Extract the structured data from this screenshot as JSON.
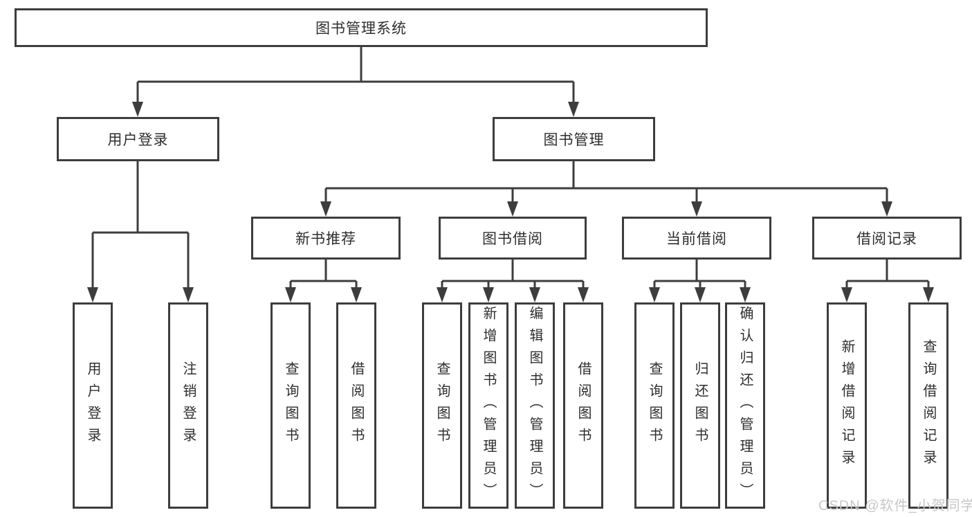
{
  "tree": {
    "root": {
      "label": "图书管理系统"
    },
    "branches": [
      {
        "label": "用户登录",
        "children": [
          {
            "label": "用户登录"
          },
          {
            "label": "注销登录"
          }
        ]
      },
      {
        "label": "图书管理",
        "children": [
          {
            "label": "新书推荐",
            "children": [
              {
                "label": "查询图书"
              },
              {
                "label": "借阅图书"
              }
            ]
          },
          {
            "label": "图书借阅",
            "children": [
              {
                "label": "查询图书"
              },
              {
                "label": "新增图书（管理员）"
              },
              {
                "label": "编辑图书（管理员）"
              },
              {
                "label": "借阅图书"
              }
            ]
          },
          {
            "label": "当前借阅",
            "children": [
              {
                "label": "查询图书"
              },
              {
                "label": "归还图书"
              },
              {
                "label": "确认归还（管理员）"
              }
            ]
          },
          {
            "label": "借阅记录",
            "children": [
              {
                "label": "新增借阅记录"
              },
              {
                "label": "查询借阅记录"
              }
            ]
          }
        ]
      }
    ]
  },
  "watermark": {
    "text": "CSDN @软件_小贺同学"
  },
  "colors": {
    "line": "#3d3d3d",
    "box_border": "#3d3d3d",
    "box_fill": "#ffffff",
    "text": "#2e2e2e",
    "watermark": "#c7c7c7",
    "background": "#ffffff"
  }
}
